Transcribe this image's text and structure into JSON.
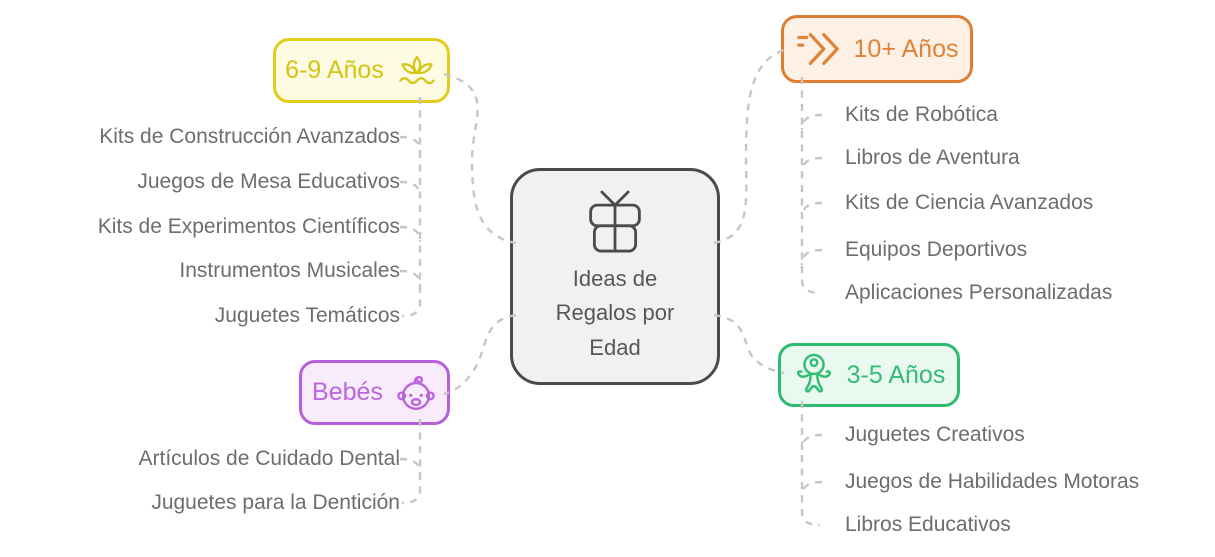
{
  "diagram": {
    "type": "mindmap",
    "background": "#ffffff",
    "connector_color": "#c6c6c6",
    "item_text_color": "#6d6d6d"
  },
  "center": {
    "title": "Ideas de Regalos por Edad",
    "icon": "gift-icon",
    "fill": "#f1f1f2",
    "border_color": "#4b4b4d",
    "text_color": "#57575a"
  },
  "branches": [
    {
      "id": "6-9-anos",
      "label": "6-9 Años",
      "icon": "seedling-icon",
      "side": "top-left",
      "accent": "#d4c413",
      "border_color": "#e2cd1a",
      "fill": "#fdfbe2",
      "items": [
        "Kits de Construcción Avanzados",
        "Juegos de Mesa Educativos",
        "Kits de Experimentos Científicos",
        "Instrumentos Musicales",
        "Juguetes Temáticos"
      ]
    },
    {
      "id": "10-plus-anos",
      "label": "10+ Años",
      "icon": "fast-forward-icon",
      "side": "top-right",
      "accent": "#e08238",
      "border_color": "#de7e33",
      "fill": "#fcf1e4",
      "items": [
        "Kits de Robótica",
        "Libros de Aventura",
        "Kits de Ciencia Avanzados",
        "Equipos Deportivos",
        "Aplicaciones Personalizadas"
      ]
    },
    {
      "id": "bebes",
      "label": "Bebés",
      "icon": "baby-icon",
      "side": "bottom-left",
      "accent": "#bb66dd",
      "border_color": "#b560d8",
      "fill": "#f8ecfc",
      "items": [
        "Artículos de Cuidado Dental",
        "Juguetes para la Dentición"
      ]
    },
    {
      "id": "3-5-anos",
      "label": "3-5 Años",
      "icon": "child-icon",
      "side": "bottom-right",
      "accent": "#33bd74",
      "border_color": "#2fba70",
      "fill": "#e9f9f0",
      "items": [
        "Juguetes Creativos",
        "Juegos de Habilidades Motoras",
        "Libros Educativos"
      ]
    }
  ]
}
